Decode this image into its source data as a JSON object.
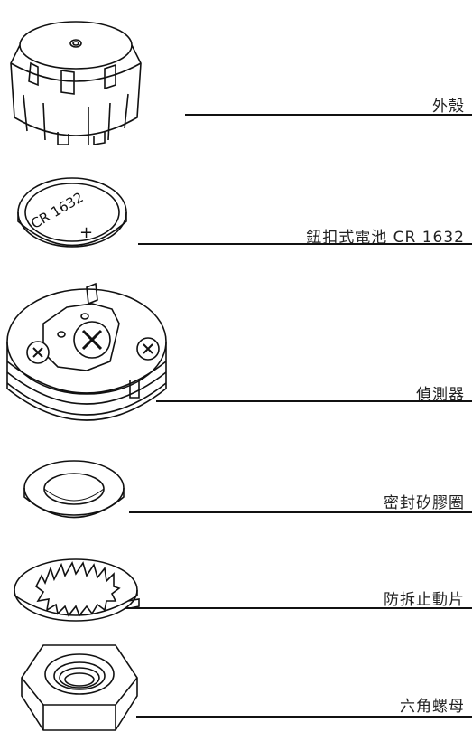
{
  "parts": [
    {
      "id": "shell",
      "label": "外殼",
      "icon": "sensor-shell-icon"
    },
    {
      "id": "battery",
      "label": "鈕扣式電池 CR 1632",
      "icon": "coin-battery-icon",
      "battery_marking": "CR 1632",
      "battery_polarity": "+"
    },
    {
      "id": "sensor",
      "label": "偵測器",
      "icon": "sensor-module-icon"
    },
    {
      "id": "seal",
      "label": "密封矽膠圈",
      "icon": "silicone-seal-ring-icon"
    },
    {
      "id": "washer",
      "label": "防拆止動片",
      "icon": "lock-washer-icon"
    },
    {
      "id": "nut",
      "label": "六角螺母",
      "icon": "hex-nut-icon"
    }
  ],
  "colors": {
    "line": "#111111",
    "text": "#222222"
  }
}
